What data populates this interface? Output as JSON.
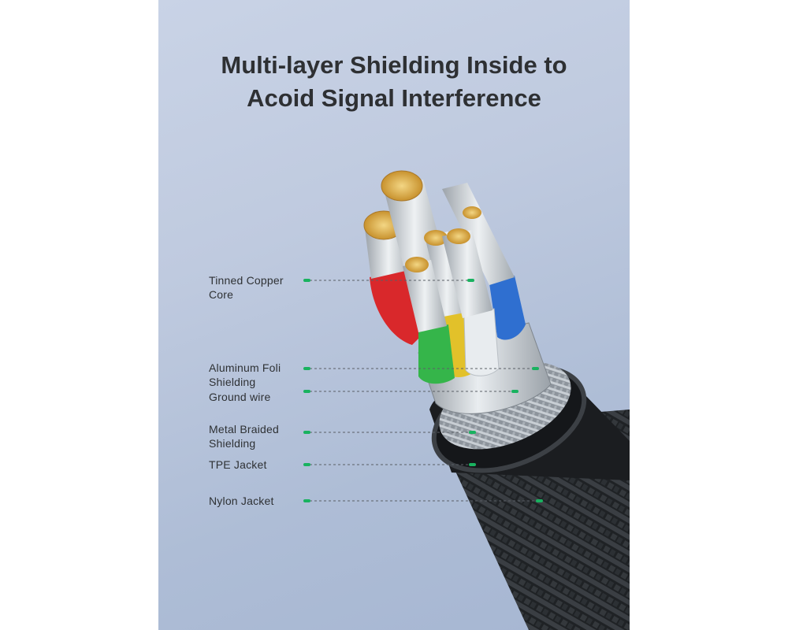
{
  "title": {
    "line1": "Multi-layer Shielding Inside to",
    "line2": "Acoid Signal Interference"
  },
  "labels": [
    {
      "key": "core",
      "lines": [
        "Tinned Copper",
        "Core"
      ]
    },
    {
      "key": "foil",
      "lines": [
        "Aluminum Foli",
        "Shielding"
      ]
    },
    {
      "key": "ground",
      "lines": [
        "Ground wire"
      ]
    },
    {
      "key": "braid",
      "lines": [
        "Metal Braided",
        "Shielding"
      ]
    },
    {
      "key": "tpe",
      "lines": [
        "TPE Jacket"
      ]
    },
    {
      "key": "nylon",
      "lines": [
        "Nylon Jacket"
      ]
    }
  ],
  "colors": {
    "accent": "#19b25f",
    "wire_red": "#d9282b",
    "wire_blue": "#2f6fd0",
    "wire_green": "#35b54a",
    "wire_yellow": "#e2c12a",
    "wire_white": "#e8ecef",
    "copper": "#e0b44c",
    "jacket": "#222528"
  }
}
